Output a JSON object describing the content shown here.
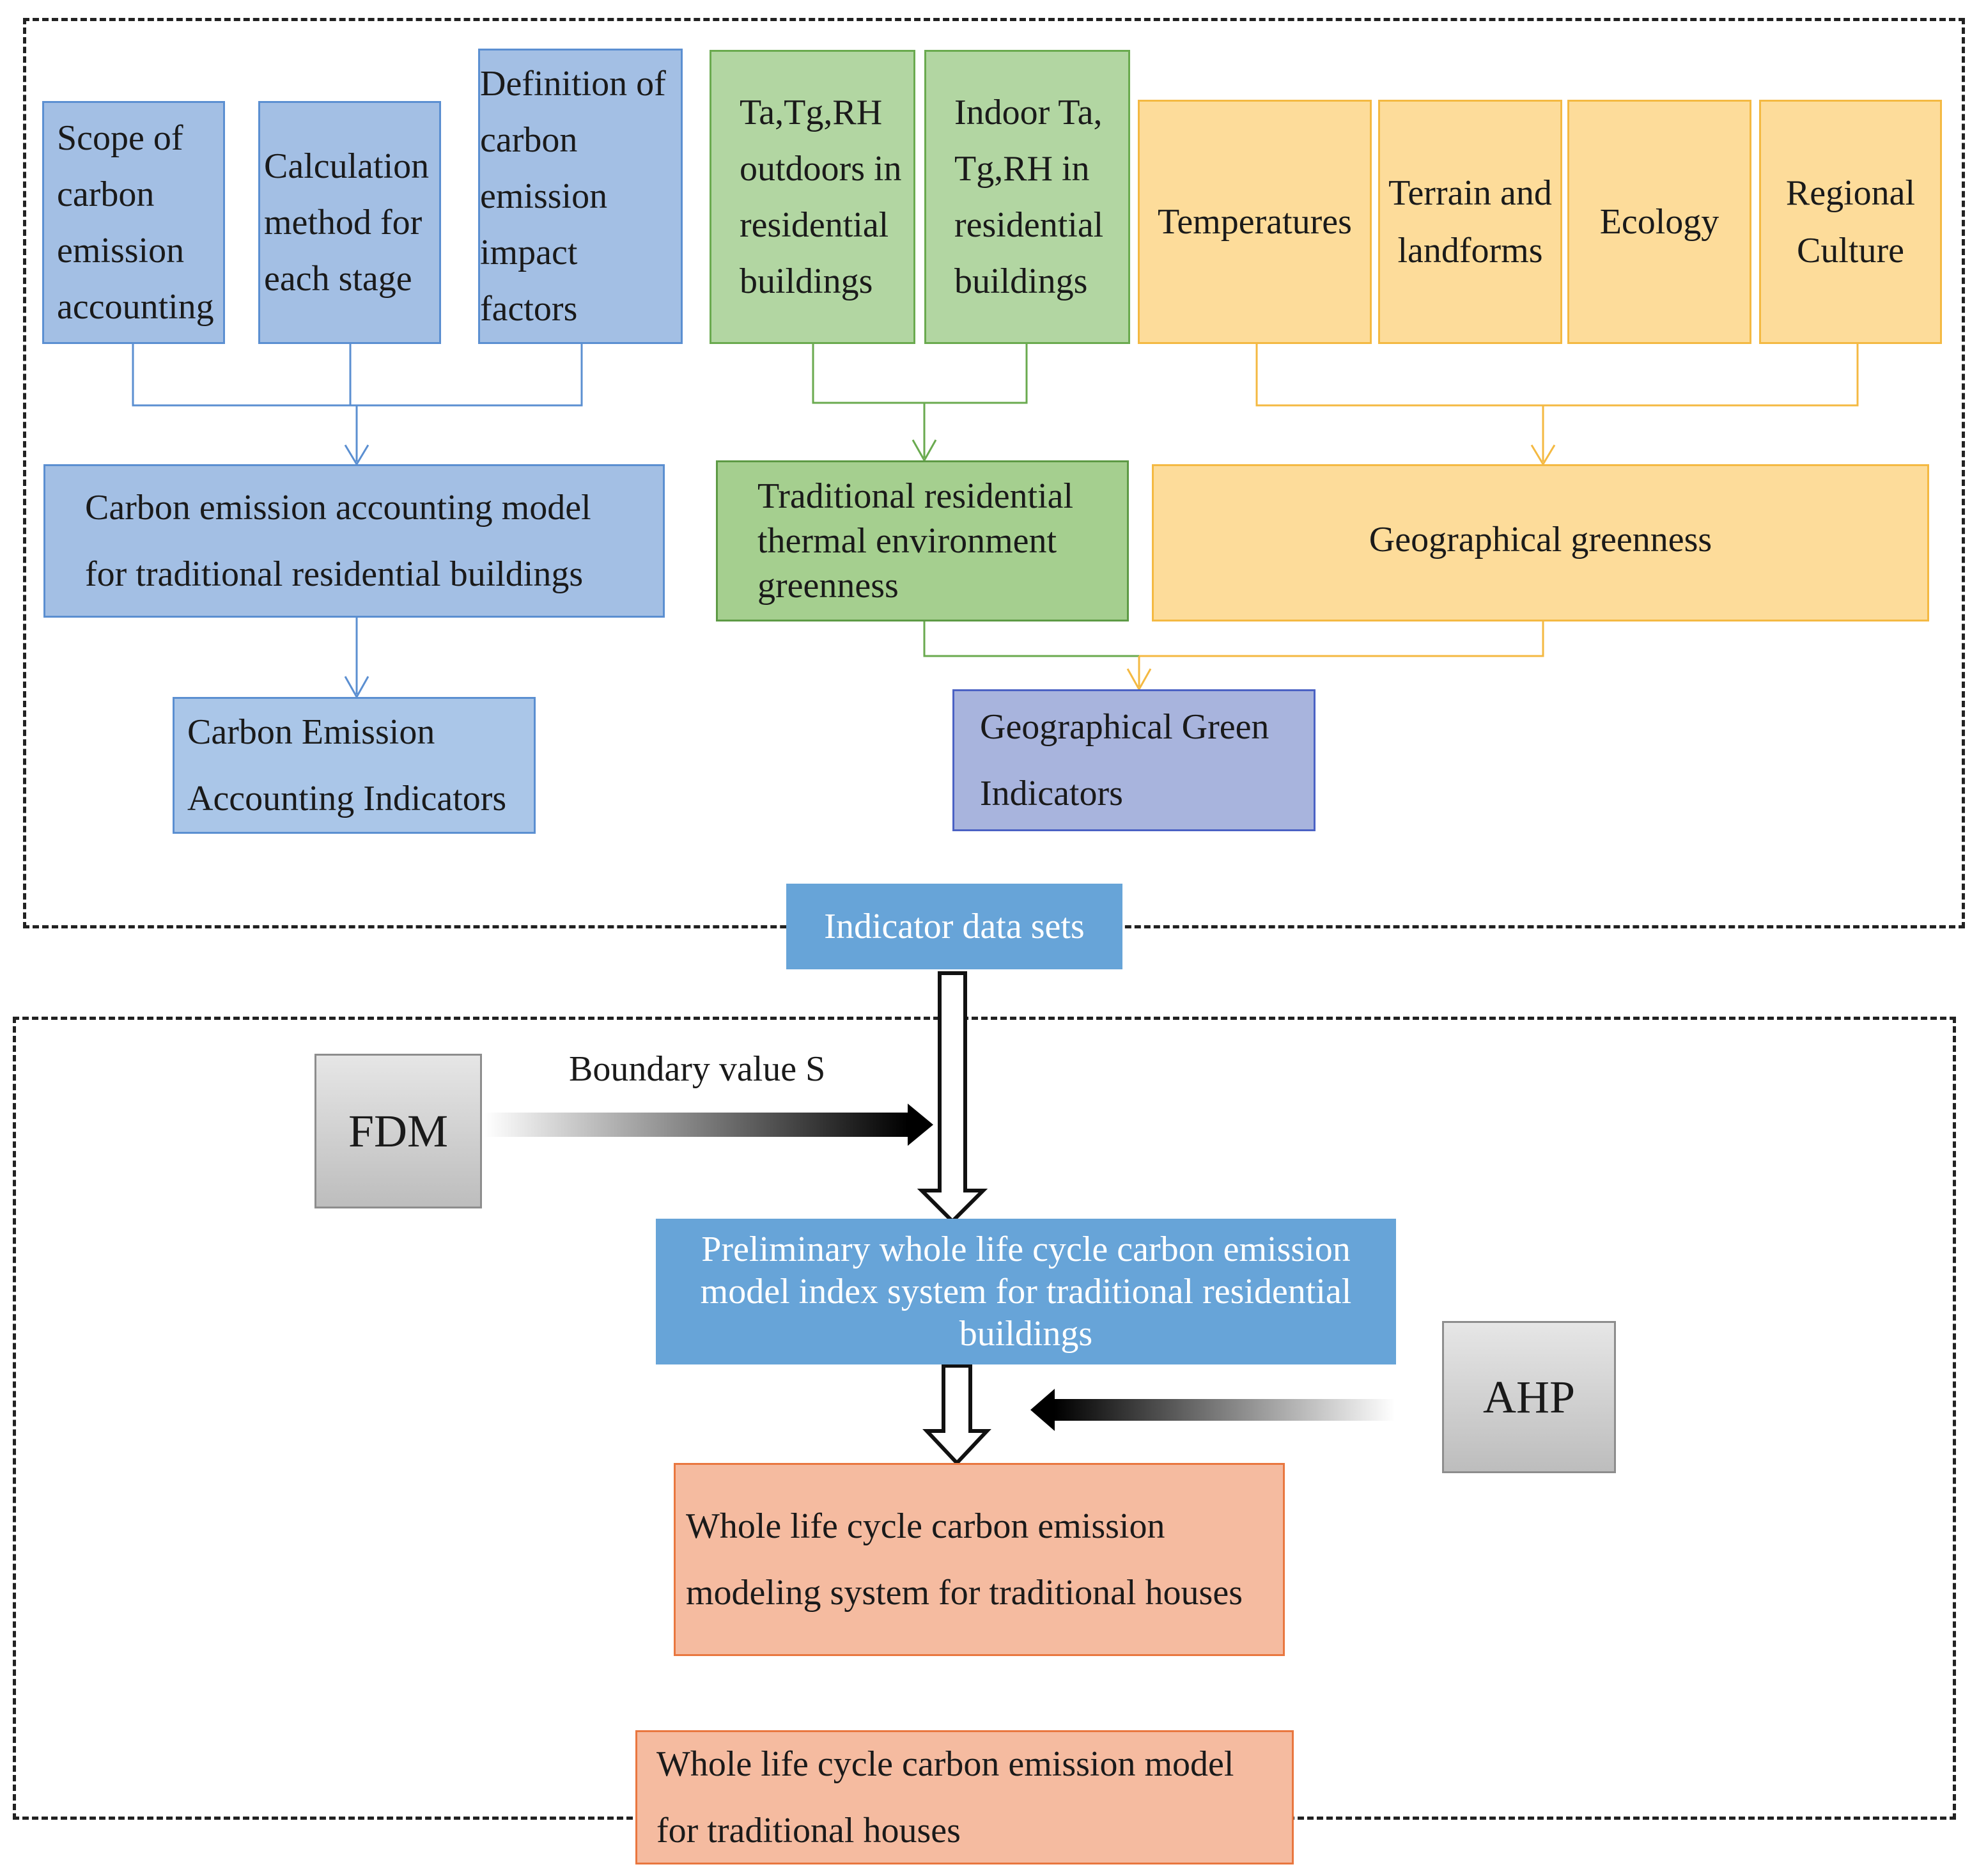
{
  "colors": {
    "blue_fill": "#a3bfe4",
    "blue_stroke": "#5b8fd1",
    "green_fill": "#b2d6a2",
    "green_stroke": "#6aaa4f",
    "yellow_fill": "#fddc9a",
    "yellow_stroke": "#f4b942",
    "purple_fill": "#a8b4dd",
    "mid_blue_fill": "#67a4d8",
    "salmon_fill": "#f5bba0",
    "salmon_stroke": "#e9773f",
    "gray_fill": "#c8c8c8"
  },
  "carbon_branch": {
    "inputs": [
      "Scope of\ncarbon\nemission\naccounting",
      "Calculation\nmethod for\neach stage",
      "Definition of\ncarbon\nemission\nimpact\nfactors"
    ],
    "model": "Carbon emission accounting model\nfor traditional residential buildings",
    "indicators": "Carbon Emission\nAccounting Indicators"
  },
  "thermal_branch": {
    "inputs": [
      "Ta,Tg,RH\noutdoors in\nresidential\nbuildings",
      "Indoor Ta,\nTg,RH in\nresidential\nbuildings"
    ],
    "result": "Traditional residential\nthermal environment\ngreenness"
  },
  "geo_branch": {
    "inputs": [
      "Temperatures",
      "Terrain and\nlandforms",
      "Ecology",
      "Regional\nCulture"
    ],
    "result": "Geographical greenness"
  },
  "green_indicators": "Geographical Green\nIndicators",
  "dataset": "Indicator data sets",
  "fdm": {
    "label": "FDM",
    "arrow_label": "Boundary value S"
  },
  "preliminary": "Preliminary whole life cycle carbon emission\nmodel index system for traditional residential\nbuildings",
  "ahp": {
    "label": "AHP"
  },
  "modeling_system": "Whole life cycle carbon emission\nmodeling system for traditional houses",
  "final_model": "Whole life cycle carbon emission model\nfor traditional houses"
}
